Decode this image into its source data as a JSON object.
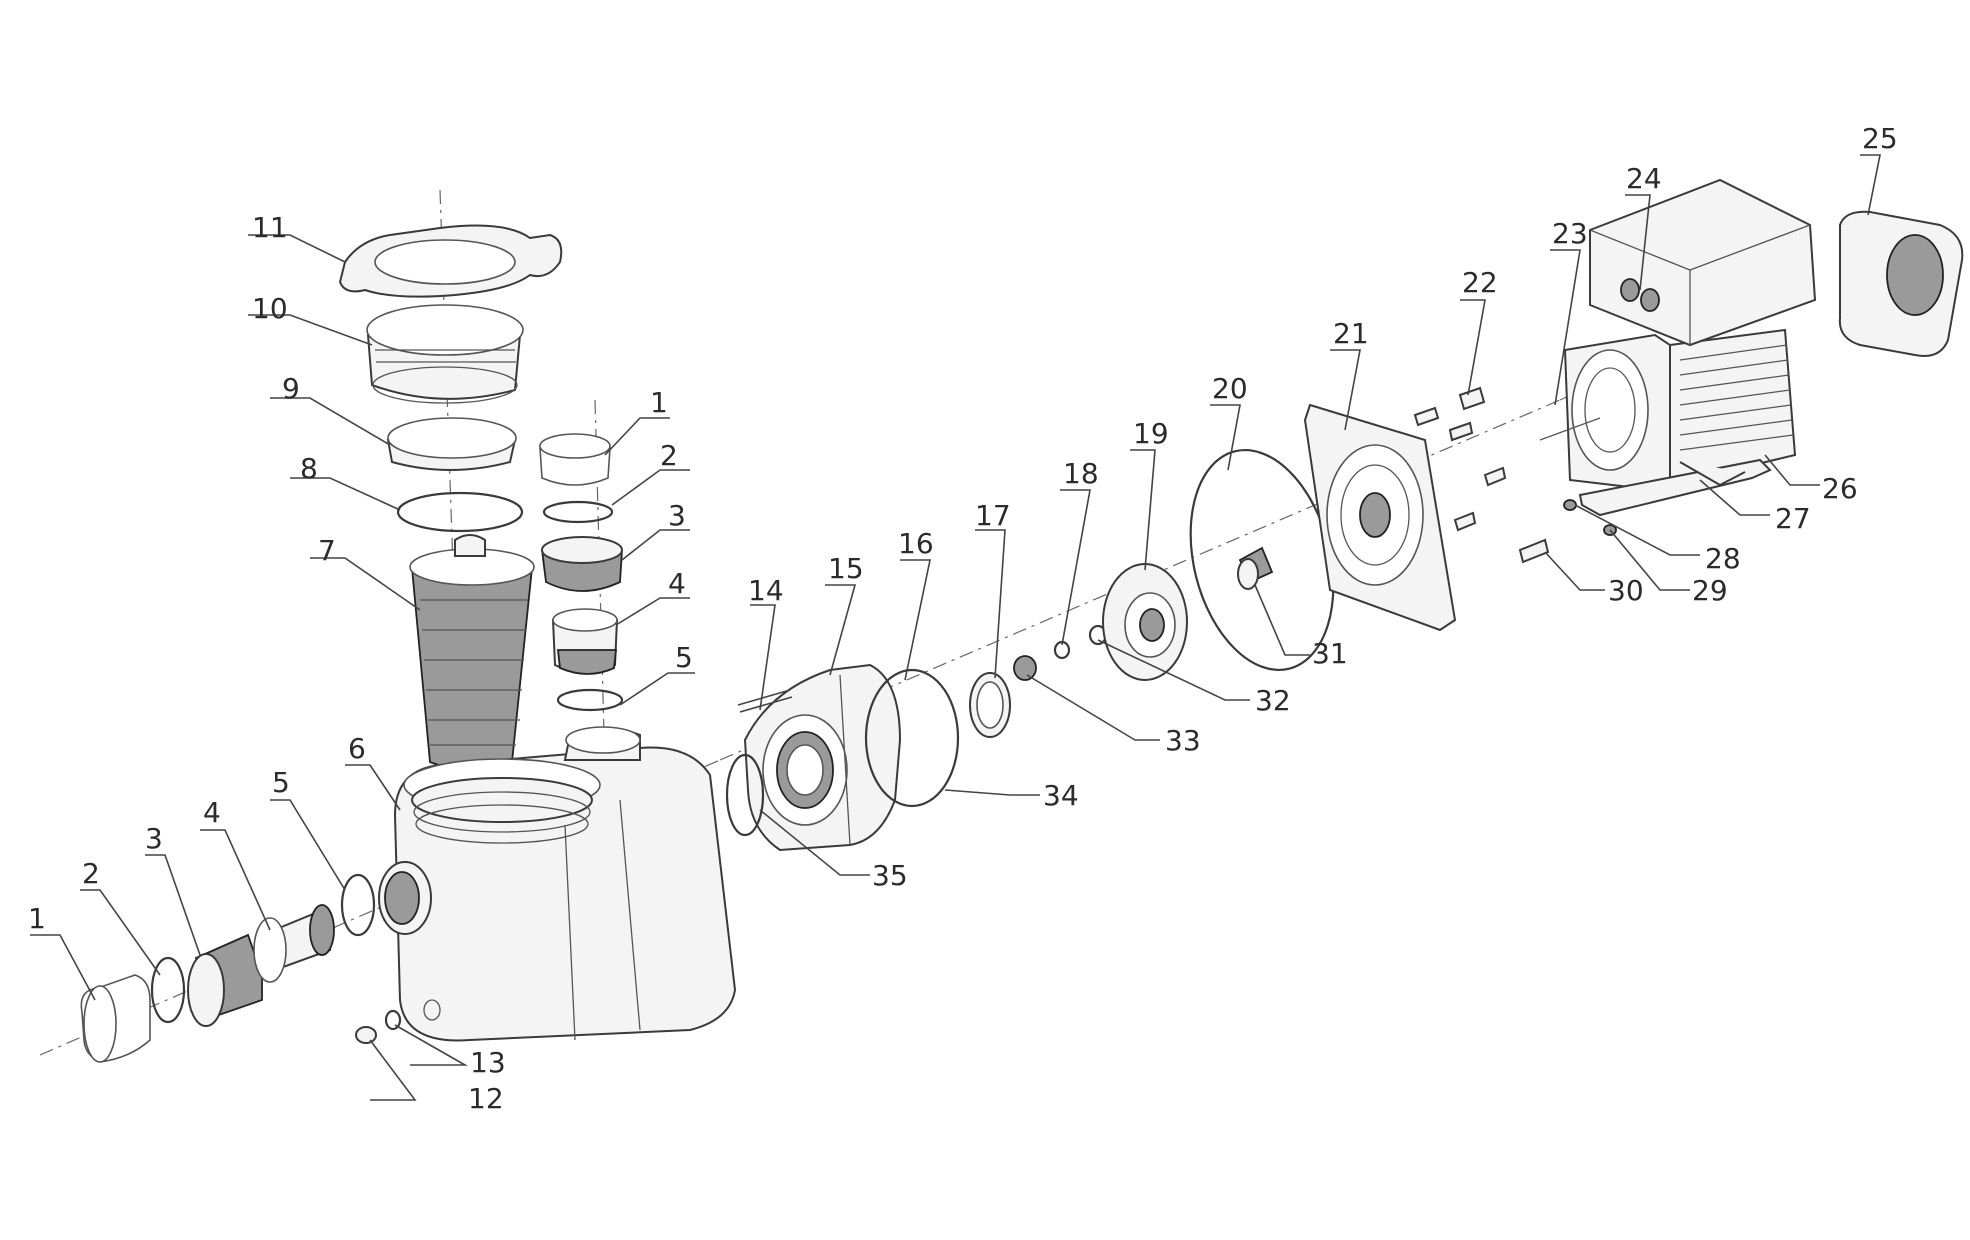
{
  "diagram": {
    "labels": {
      "l1a": "1",
      "l2a": "2",
      "l3a": "3",
      "l4a": "4",
      "l5a": "5",
      "l6": "6",
      "l7": "7",
      "l8": "8",
      "l9": "9",
      "l10": "10",
      "l11": "11",
      "l1b": "1",
      "l2b": "2",
      "l3b": "3",
      "l4b": "4",
      "l5b": "5",
      "l12": "12",
      "l13": "13",
      "l14": "14",
      "l15": "15",
      "l16": "16",
      "l17": "17",
      "l18": "18",
      "l19": "19",
      "l20": "20",
      "l21": "21",
      "l22": "22",
      "l23": "23",
      "l24": "24",
      "l25": "25",
      "l26": "26",
      "l27": "27",
      "l28": "28",
      "l29": "29",
      "l30": "30",
      "l31": "31",
      "l32": "32",
      "l33": "33",
      "l34": "34",
      "l35": "35"
    }
  }
}
